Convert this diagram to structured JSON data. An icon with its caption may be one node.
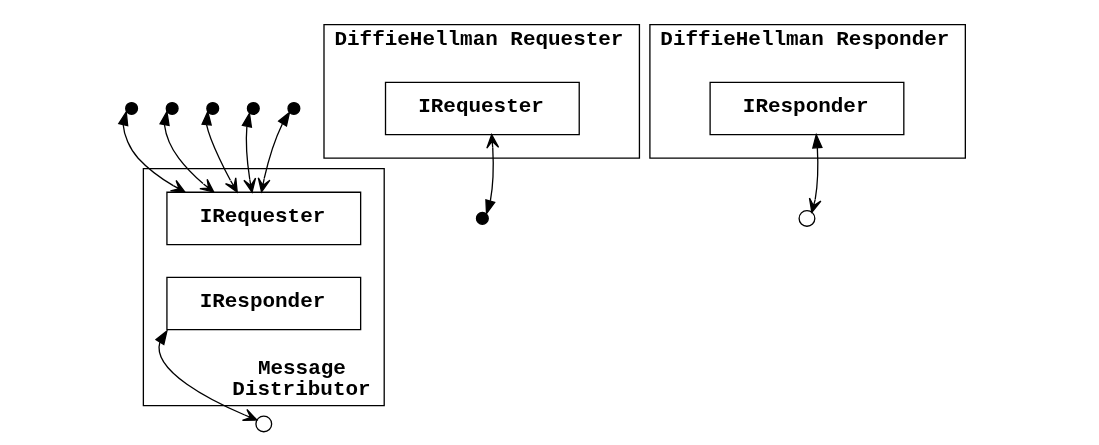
{
  "diagram": {
    "nodes": [
      {
        "text": [
          "Message Distributor"
        ]
      },
      {
        "text": [
          "IRequester"
        ],
        "in": 0
      },
      {
        "text": [
          "IResponder"
        ],
        "in": 0
      },
      {
        "text": [
          "DiffieHellman Requester"
        ]
      },
      {
        "text": [
          "IRequester"
        ],
        "in": 3
      },
      {
        "text": [
          "DiffieHellman Responder"
        ]
      },
      {
        "text": [
          "IResponder"
        ],
        "in": 5
      },
      {
        "text": [],
        "shape": "circle"
      },
      {
        "text": [],
        "shape": "circle"
      },
      {
        "text": [],
        "shape": "circle"
      },
      {
        "text": [],
        "shape": "circle"
      },
      {
        "text": [],
        "shape": "circle"
      },
      {
        "text": [],
        "shape": "circle"
      },
      {
        "text": [],
        "shape": "circle"
      },
      {
        "text": [],
        "shape": "circle"
      }
    ],
    "edges": [
      {
        "from": 1,
        "to": 7,
        "arrow": "both"
      },
      {
        "from": 1,
        "to": 8,
        "arrow": "both"
      },
      {
        "from": 1,
        "to": 9,
        "arrow": "both"
      },
      {
        "from": 1,
        "to": 10,
        "arrow": "both"
      },
      {
        "from": 1,
        "to": 11,
        "arrow": "both"
      },
      {
        "from": 12,
        "to": 2,
        "arrow": "both"
      },
      {
        "from": 4,
        "to": 13,
        "arrow": "both"
      },
      {
        "from": 14,
        "to": 6,
        "arrow": "both"
      }
    ]
  }
}
